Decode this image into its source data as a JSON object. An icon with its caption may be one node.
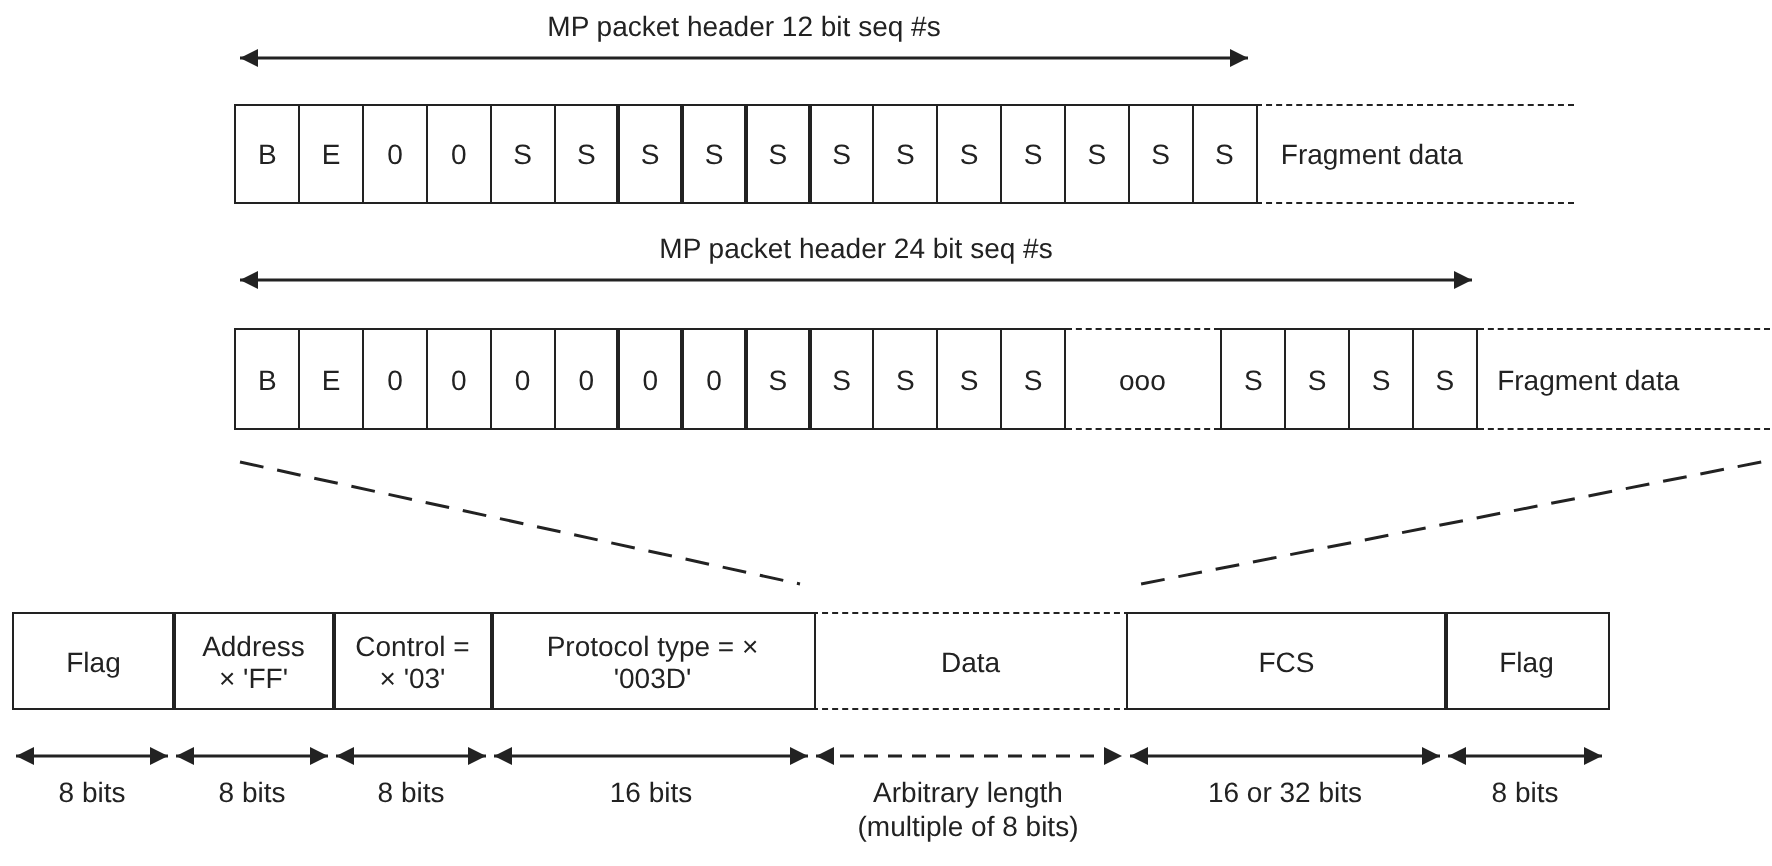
{
  "diagram": {
    "nodes": [
      {
        "text": [
          "B"
        ]
      },
      {
        "text": [
          "E"
        ]
      },
      {
        "text": [
          "0"
        ]
      },
      {
        "text": [
          "0"
        ]
      },
      {
        "text": [
          "S"
        ]
      },
      {
        "text": [
          "S"
        ]
      },
      {
        "text": [
          "S"
        ]
      },
      {
        "text": [
          "S"
        ]
      },
      {
        "text": [
          "S"
        ]
      },
      {
        "text": [
          "S"
        ]
      },
      {
        "text": [
          "S"
        ]
      },
      {
        "text": [
          "S"
        ]
      },
      {
        "text": [
          "S"
        ]
      },
      {
        "text": [
          "S"
        ]
      },
      {
        "text": [
          "S"
        ]
      },
      {
        "text": [
          "S"
        ]
      },
      {
        "text": [
          "Fragment data"
        ]
      },
      {
        "text": [
          "B"
        ]
      },
      {
        "text": [
          "E"
        ]
      },
      {
        "text": [
          "0"
        ]
      },
      {
        "text": [
          "0"
        ]
      },
      {
        "text": [
          "0"
        ]
      },
      {
        "text": [
          "0"
        ]
      },
      {
        "text": [
          "0"
        ]
      },
      {
        "text": [
          "0"
        ]
      },
      {
        "text": [
          "S"
        ]
      },
      {
        "text": [
          "S"
        ]
      },
      {
        "text": [
          "S"
        ]
      },
      {
        "text": [
          "S"
        ]
      },
      {
        "text": [
          "S"
        ]
      },
      {
        "text": [
          "ooo"
        ]
      },
      {
        "text": [
          "S"
        ]
      },
      {
        "text": [
          "S"
        ]
      },
      {
        "text": [
          "S"
        ]
      },
      {
        "text": [
          "S"
        ]
      },
      {
        "text": [
          "Fragment data"
        ]
      },
      {
        "text": [
          "Flag"
        ]
      },
      {
        "text": [
          "Address × 'FF'"
        ]
      },
      {
        "text": [
          "Control = × '03'"
        ]
      },
      {
        "text": [
          "Protocol type = × '003D'"
        ]
      },
      {
        "text": [
          "Data"
        ]
      },
      {
        "text": [
          "FCS"
        ]
      },
      {
        "text": [
          "Flag"
        ]
      }
    ],
    "edges": [
      {
        "from": 17,
        "to": 40,
        "arrow": "none",
        "style": "dashed"
      },
      {
        "from": 35,
        "to": 40,
        "arrow": "none",
        "style": "dashed"
      }
    ],
    "labels": [
      "MP packet header 12 bit seq #s",
      "MP packet header 24 bit seq #s",
      "8 bits",
      "8 bits",
      "8 bits",
      "16 bits",
      "Arbitrary length (multiple of 8 bits)",
      "16 or 32 bits",
      "8 bits"
    ]
  }
}
